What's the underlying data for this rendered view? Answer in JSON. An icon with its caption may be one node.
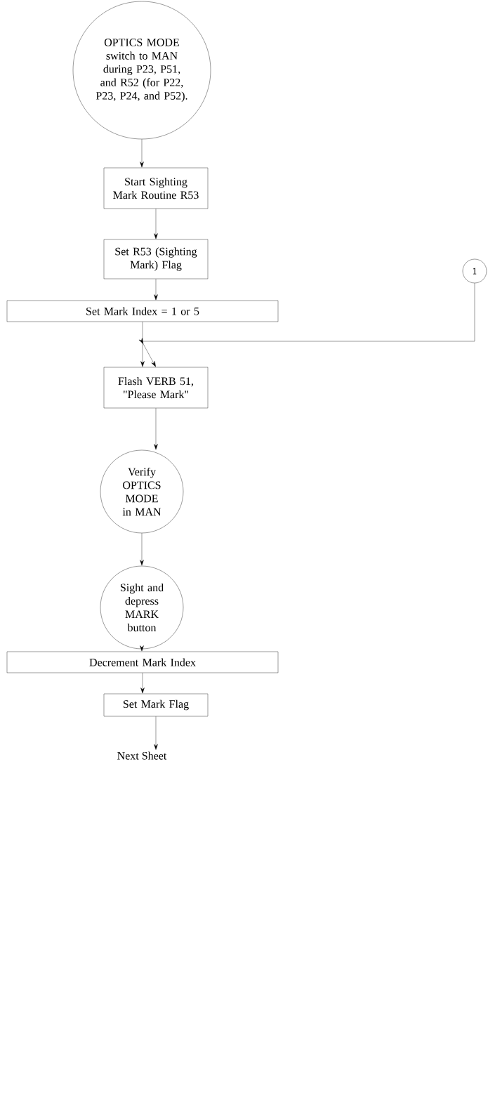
{
  "diagram": {
    "nodes": [
      {
        "text": [
          "OPTICS MODE switch to MAN during P23, P51, and R52 (for P22, P23, P24, and P52)."
        ]
      },
      {
        "text": [
          "Start Sighting Mark Routine R53"
        ]
      },
      {
        "text": [
          "Set R53 (Sighting Mark) Flag"
        ]
      },
      {
        "text": [
          "Set Mark Index = 1 or 5"
        ]
      },
      {
        "text": [
          "1"
        ]
      },
      {
        "text": [
          "Flash VERB 51, \"Please Mark\""
        ]
      },
      {
        "text": [
          "Verify OPTICS MODE in MAN"
        ]
      },
      {
        "text": [
          "Sight and depress MARK button"
        ]
      },
      {
        "text": [
          "Decrement Mark Index"
        ]
      },
      {
        "text": [
          "Set Mark Flag"
        ]
      },
      {
        "text": [
          "Next Sheet"
        ]
      }
    ],
    "edges": [
      {
        "from": 0,
        "to": 1,
        "arrow": "to"
      },
      {
        "from": 1,
        "to": 2,
        "arrow": "to"
      },
      {
        "from": 2,
        "to": 3,
        "arrow": "to"
      },
      {
        "from": 3,
        "to": 5,
        "arrow": "to"
      },
      {
        "from": 4,
        "to": 5,
        "arrow": "to"
      },
      {
        "from": 5,
        "to": 6,
        "arrow": "to"
      },
      {
        "from": 6,
        "to": 7,
        "arrow": "to"
      },
      {
        "from": 7,
        "to": 8,
        "arrow": "to"
      },
      {
        "from": 8,
        "to": 9,
        "arrow": "to"
      },
      {
        "from": 9,
        "to": 10,
        "arrow": "to"
      }
    ]
  }
}
